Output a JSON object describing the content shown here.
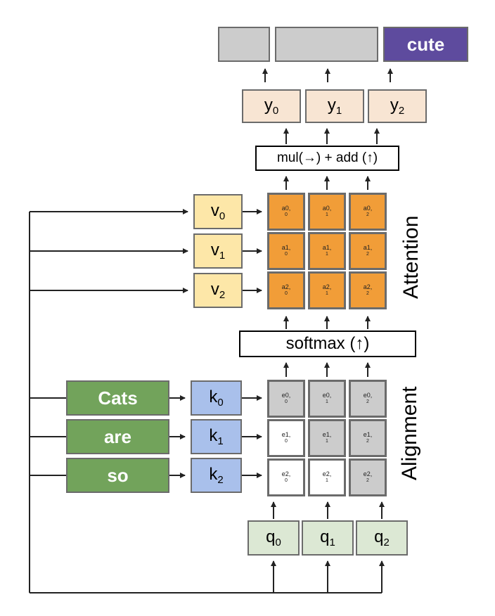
{
  "outputs": [
    {
      "label": "",
      "color": "#cccccc"
    },
    {
      "label": "",
      "color": "#cccccc"
    },
    {
      "label": "cute",
      "color": "#5e4b9e"
    }
  ],
  "y_boxes": [
    {
      "base": "y",
      "sub": "0"
    },
    {
      "base": "y",
      "sub": "1"
    },
    {
      "base": "y",
      "sub": "2"
    }
  ],
  "mul_add_label": "mul(→) + add (↑)",
  "v_boxes": [
    {
      "base": "v",
      "sub": "0"
    },
    {
      "base": "v",
      "sub": "1"
    },
    {
      "base": "v",
      "sub": "2"
    }
  ],
  "attention_cells": [
    [
      {
        "main": "a0,",
        "sub": "0"
      },
      {
        "main": "a0,",
        "sub": "1"
      },
      {
        "main": "a0,",
        "sub": "2"
      }
    ],
    [
      {
        "main": "a1,",
        "sub": "0"
      },
      {
        "main": "a1,",
        "sub": "1"
      },
      {
        "main": "a1,",
        "sub": "2"
      }
    ],
    [
      {
        "main": "a2,",
        "sub": "0"
      },
      {
        "main": "a2,",
        "sub": "1"
      },
      {
        "main": "a2,",
        "sub": "2"
      }
    ]
  ],
  "softmax_label": "softmax (↑)",
  "alignment_cells": [
    [
      {
        "main": "e0,",
        "sub": "0",
        "masked": false
      },
      {
        "main": "e0,",
        "sub": "1",
        "masked": false
      },
      {
        "main": "e0,",
        "sub": "2",
        "masked": false
      }
    ],
    [
      {
        "main": "e1,",
        "sub": "0",
        "masked": true
      },
      {
        "main": "e1,",
        "sub": "1",
        "masked": false
      },
      {
        "main": "e1,",
        "sub": "2",
        "masked": false
      }
    ],
    [
      {
        "main": "e2,",
        "sub": "0",
        "masked": true
      },
      {
        "main": "e2,",
        "sub": "1",
        "masked": true
      },
      {
        "main": "e2,",
        "sub": "2",
        "masked": false
      }
    ]
  ],
  "words": [
    "Cats",
    "are",
    "so"
  ],
  "k_boxes": [
    {
      "base": "k",
      "sub": "0"
    },
    {
      "base": "k",
      "sub": "1"
    },
    {
      "base": "k",
      "sub": "2"
    }
  ],
  "q_boxes": [
    {
      "base": "q",
      "sub": "0"
    },
    {
      "base": "q",
      "sub": "1"
    },
    {
      "base": "q",
      "sub": "2"
    }
  ],
  "section_labels": {
    "attention": "Attention",
    "alignment": "Alignment"
  },
  "colors": {
    "output_gray": "#cccccc",
    "cute_purple": "#5e4b9e",
    "y_peach": "#f8e5d3",
    "v_yellow": "#fde7a8",
    "attention_orange": "#f19d38",
    "alignment_gray": "#cccccc",
    "masked_white": "#ffffff",
    "word_green": "#72a35b",
    "k_blue": "#a9c0eb",
    "q_green": "#dce8d4"
  }
}
